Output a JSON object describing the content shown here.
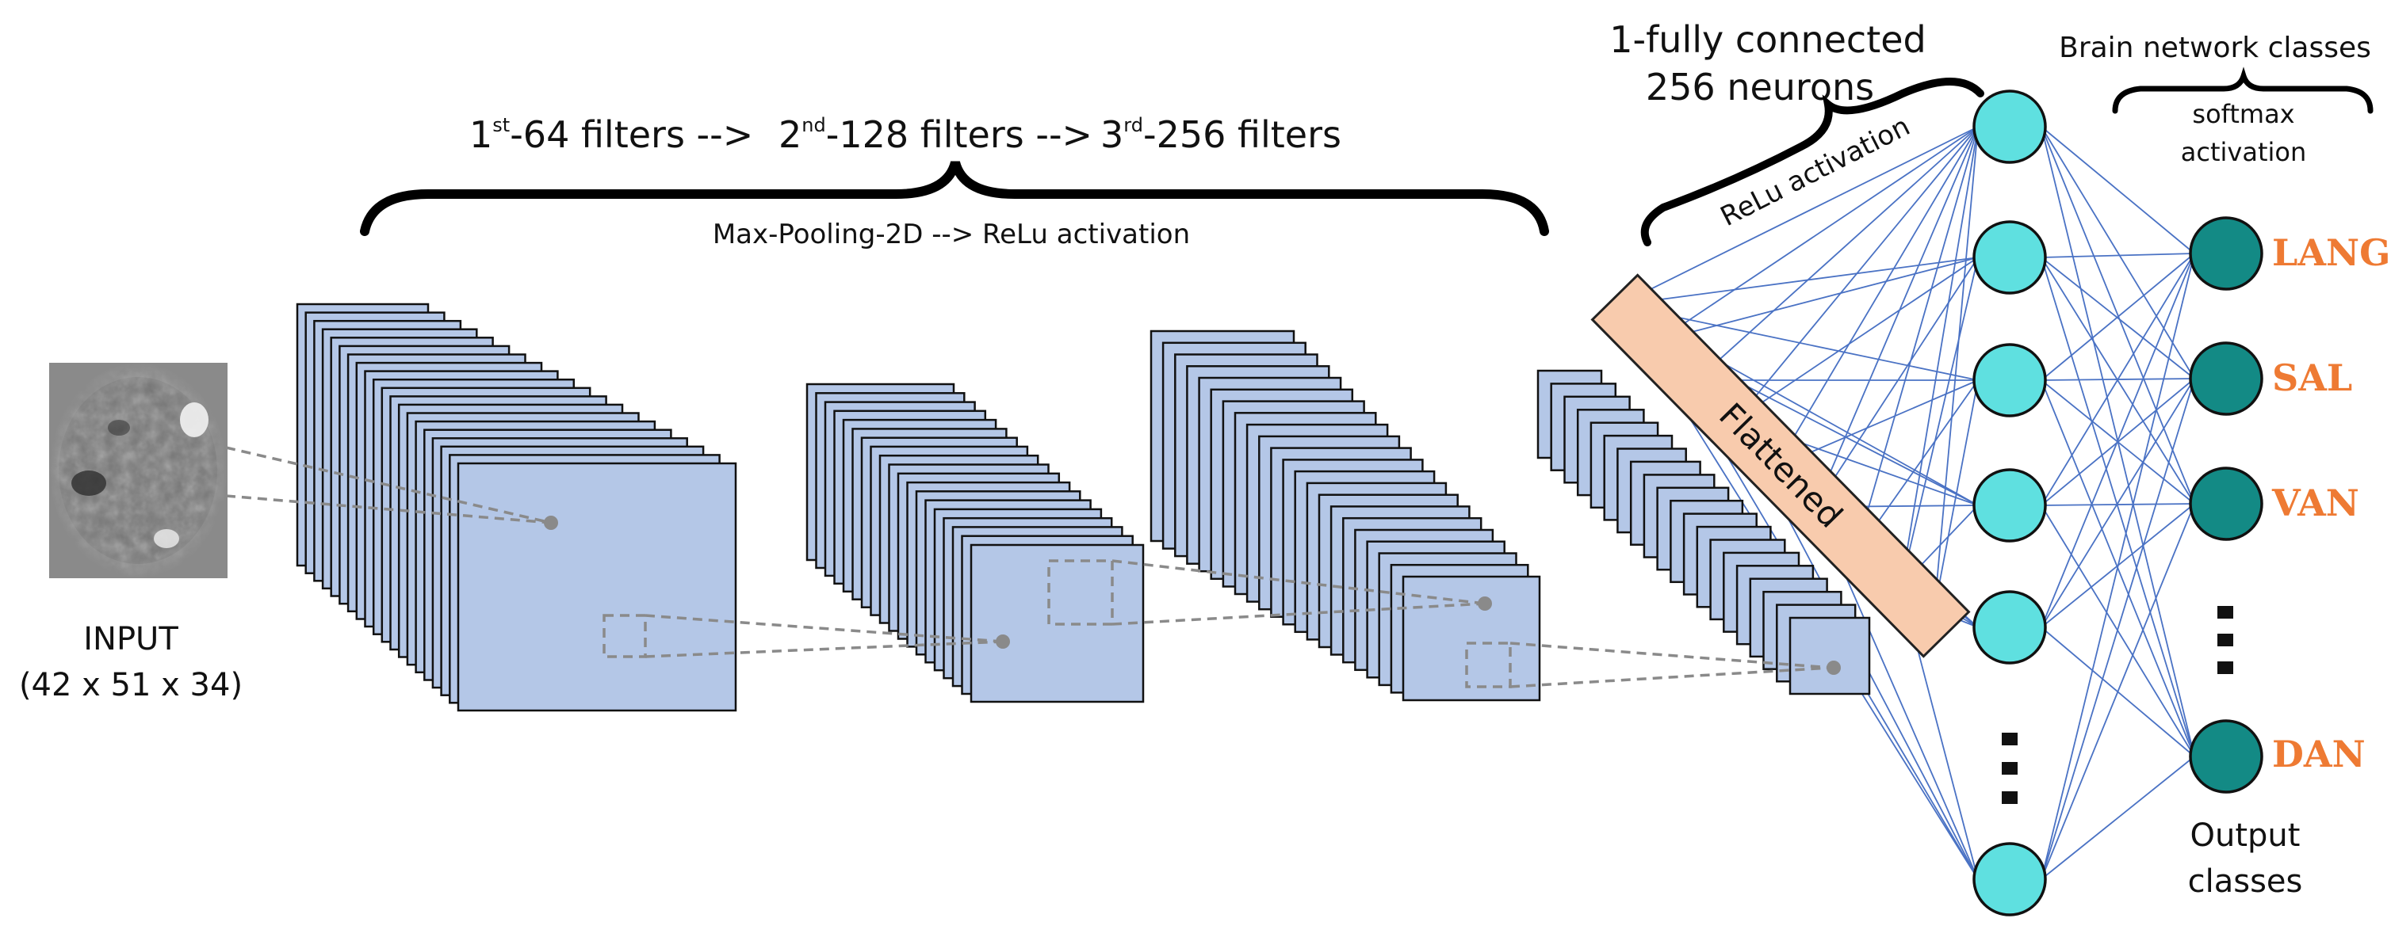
{
  "header": {
    "filters_1_num": "1",
    "filters_1_sup": "st",
    "filters_1_text": "-64 filters -->",
    "filters_2_num": "2",
    "filters_2_sup": "nd",
    "filters_2_text": "-128 filters -->",
    "filters_3_num": "3",
    "filters_3_sup": "rd",
    "filters_3_text": "-256 filters",
    "pool_activation": "Max-Pooling-2D --> ReLu activation"
  },
  "input": {
    "label": "INPUT",
    "dims": "(42 x 51 x 34)"
  },
  "flatten": {
    "label": "Flattened"
  },
  "fc": {
    "title_line1": "1-fully connected",
    "title_line2": "256 neurons",
    "activation": "ReLu activation"
  },
  "output": {
    "title": "Brain network classes",
    "activation_line1": "softmax",
    "activation_line2": "activation",
    "classes": [
      "LANG",
      "SAL",
      "VAN",
      "DAN"
    ],
    "footer_line1": "Output",
    "footer_line2": "classes"
  },
  "colors": {
    "feature_map": "#b4c7e7",
    "flatten": "#f8cbad",
    "hidden_node": "#5fe0e0",
    "output_node": "#138a85",
    "class_text": "#ee7a33",
    "connection": "#4a72c4"
  }
}
